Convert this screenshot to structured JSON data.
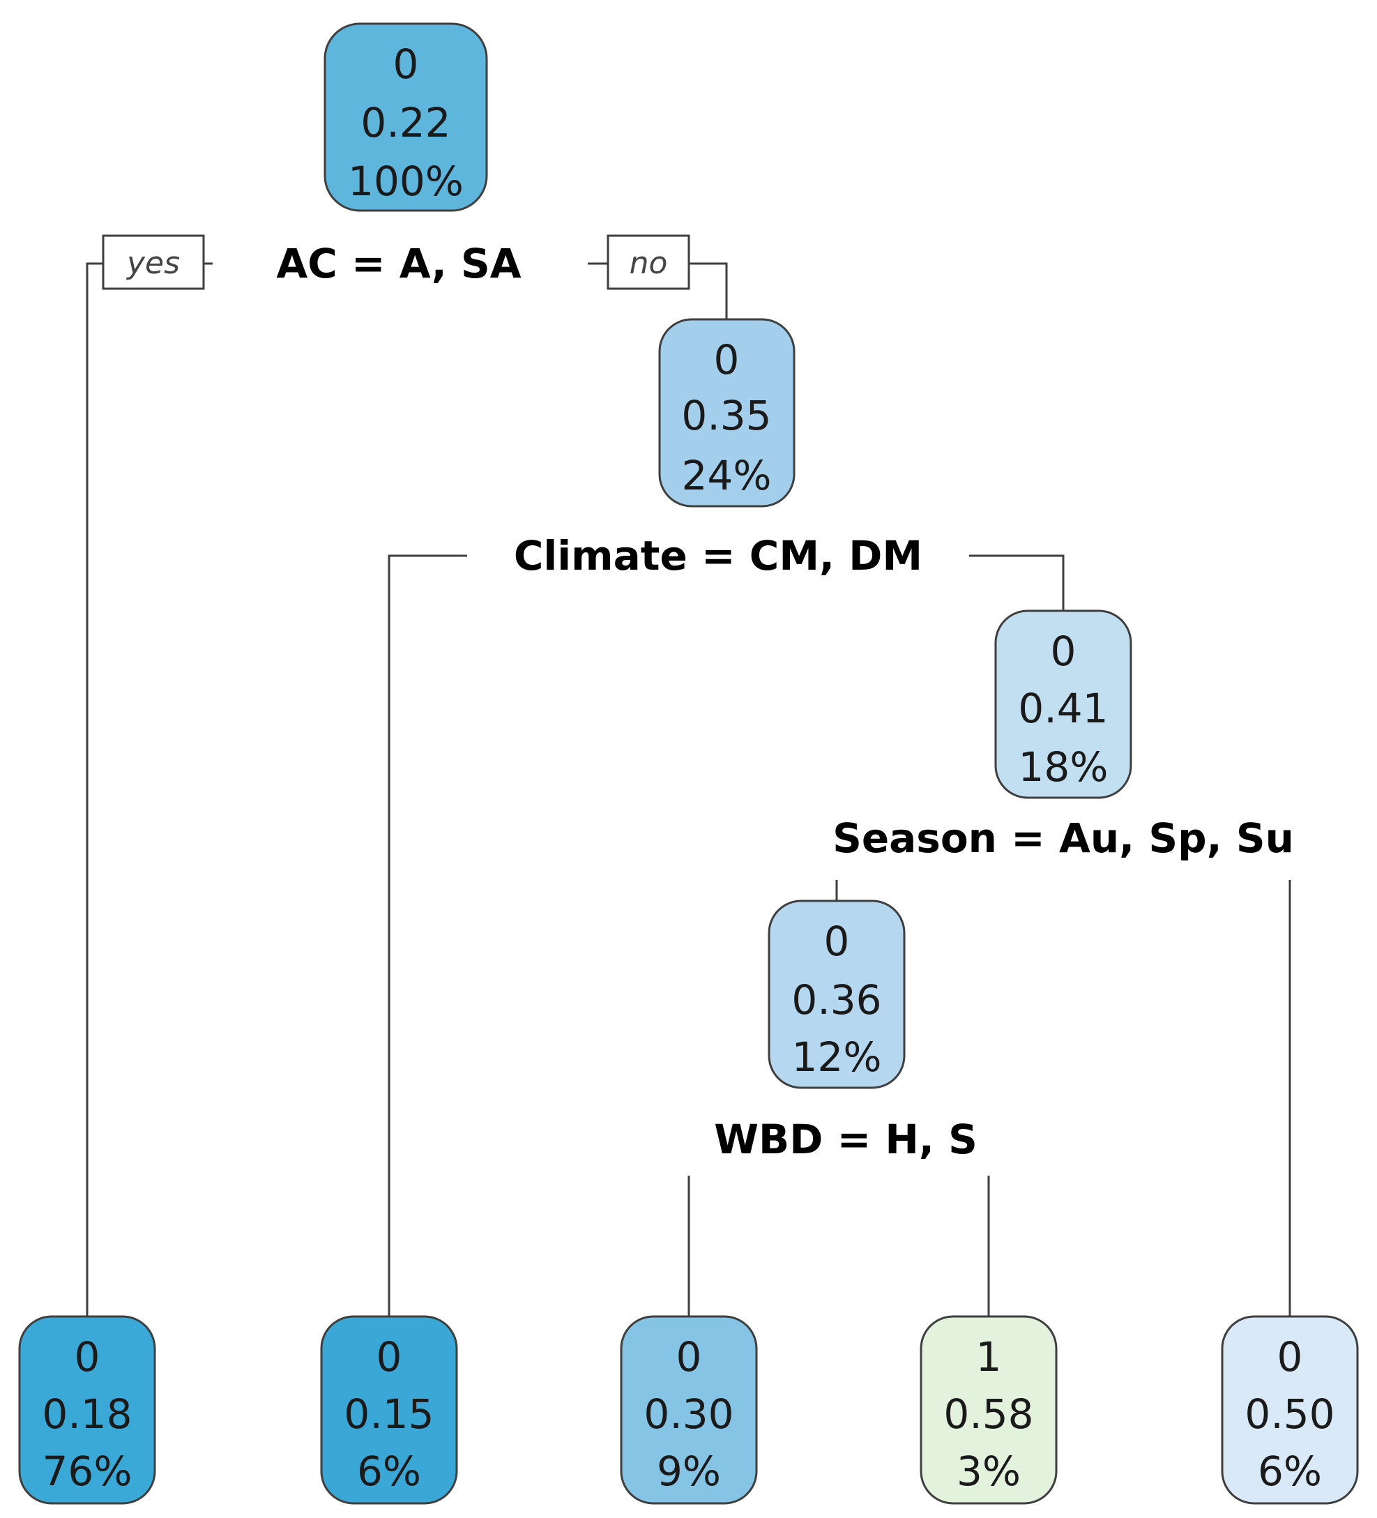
{
  "tree": {
    "branch_labels": {
      "yes": "yes",
      "no": "no"
    },
    "splits": {
      "ac": "AC = A, SA",
      "climate": "Climate = CM, DM",
      "season": "Season = Au, Sp, Su",
      "wbd": "WBD = H, S"
    },
    "nodes": {
      "root": {
        "class": "0",
        "prob": "0.22",
        "pct": "100%",
        "color": "#5fb6dd"
      },
      "n2": {
        "class": "0",
        "prob": "0.35",
        "pct": "24%",
        "color": "#a4cfec"
      },
      "n3": {
        "class": "0",
        "prob": "0.41",
        "pct": "18%",
        "color": "#c2dff2"
      },
      "n4": {
        "class": "0",
        "prob": "0.36",
        "pct": "12%",
        "color": "#b6d7f0"
      },
      "leaf1": {
        "class": "0",
        "prob": "0.18",
        "pct": "76%",
        "color": "#3aa9d8"
      },
      "leaf2": {
        "class": "0",
        "prob": "0.15",
        "pct": "6%",
        "color": "#3aa7d7"
      },
      "leaf3": {
        "class": "0",
        "prob": "0.30",
        "pct": "9%",
        "color": "#86c4e6"
      },
      "leaf4": {
        "class": "1",
        "prob": "0.58",
        "pct": "3%",
        "color": "#e2f2dc"
      },
      "leaf5": {
        "class": "0",
        "prob": "0.50",
        "pct": "6%",
        "color": "#dae9f7"
      }
    }
  }
}
